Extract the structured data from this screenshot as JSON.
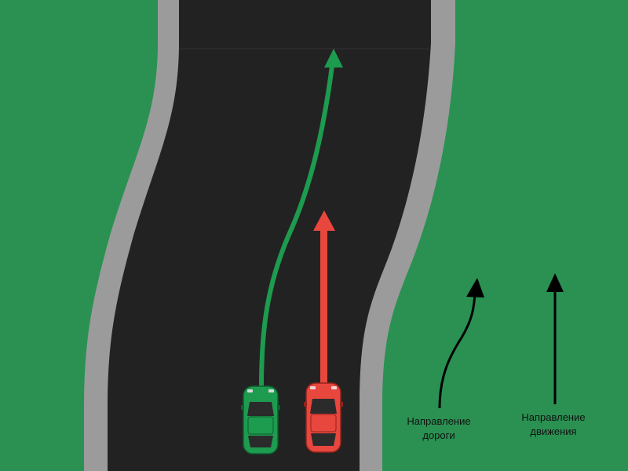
{
  "colors": {
    "grass": "#2a9152",
    "curb": "#9b9b9b",
    "asphalt": "#222222",
    "green_car": "#1d9b4f",
    "red_car": "#e8473e",
    "legend_arrow": "#000000"
  },
  "legend": {
    "road_direction": {
      "line1": "Направление",
      "line2": "дороги"
    },
    "movement_direction": {
      "line1": "Направление",
      "line2": "движения"
    }
  },
  "cars": [
    {
      "id": "green-car",
      "color": "#1d9b4f",
      "path_label": "follows road curve"
    },
    {
      "id": "red-car",
      "color": "#e8473e",
      "path_label": "straight"
    }
  ]
}
